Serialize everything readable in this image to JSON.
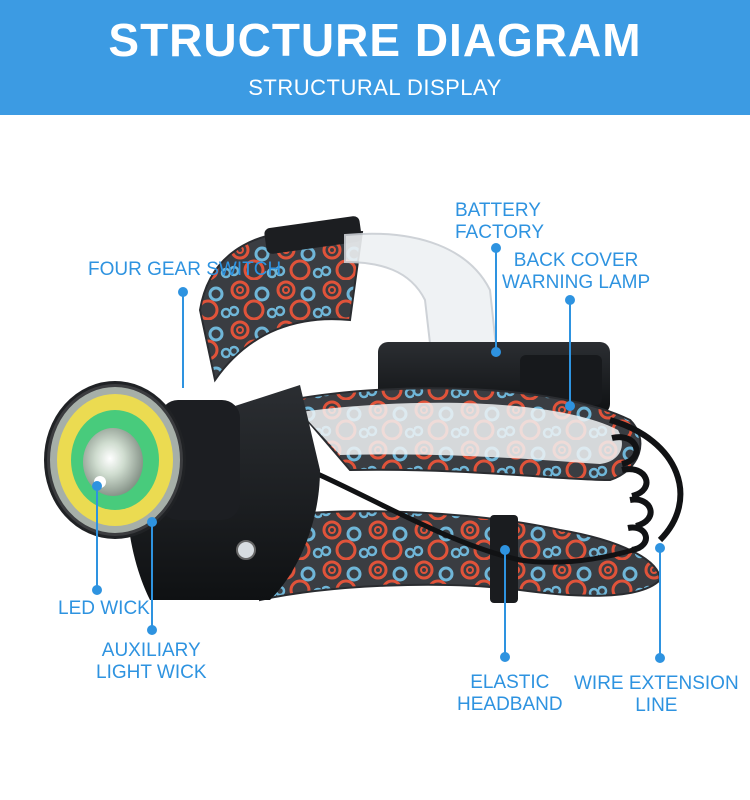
{
  "header": {
    "title": "STRUCTURE DIAGRAM",
    "subtitle": "STRUCTURAL DISPLAY"
  },
  "colors": {
    "banner": "#3c9be3",
    "label": "#2e93e0",
    "strap_red": "#e0533a",
    "strap_blue": "#6fb6d8",
    "ring_green": "#2fc46a",
    "ring_yellow": "#e9d63a"
  },
  "labels": {
    "battery_factory": [
      "BATTERY",
      "FACTORY"
    ],
    "back_cover": [
      "BACK COVER",
      "WARNING LAMP"
    ],
    "four_gear_switch": [
      "FOUR GEAR SWITCH"
    ],
    "led_wick": [
      "LED WICK"
    ],
    "auxiliary_light_wick": [
      "AUXILIARY",
      "LIGHT WICK"
    ],
    "elastic_headband": [
      "ELASTIC",
      "HEADBAND"
    ],
    "wire_extension": [
      "WIRE EXTENSION",
      "LINE"
    ]
  }
}
